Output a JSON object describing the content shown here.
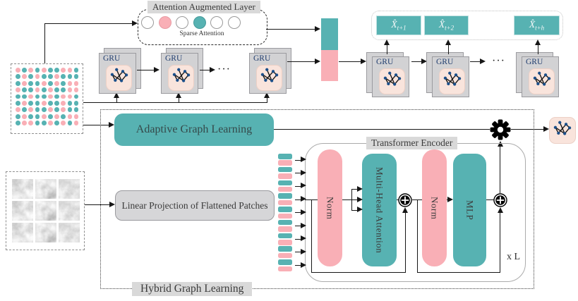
{
  "colors": {
    "teal": "#57B2B2",
    "pink": "#F9AFB6",
    "peach": "#F9E4DC",
    "cardGray": "#D2D2D4",
    "cardBorder": "#9B9B9F",
    "labelGray": "#D9D9D9",
    "nodeBlue": "#1B4F8A",
    "gruText": "#1F3C6E"
  },
  "attention_layer": {
    "title": "Attention Augmented Layer",
    "caption": "Sparse Attention",
    "circle_colors": [
      "white",
      "pink",
      "white",
      "teal",
      "white",
      "white"
    ]
  },
  "input_grid": {
    "legend": "P=pink dot, T=teal dot",
    "rows": [
      "PTPTPTTPPT",
      "TPTPTTPTTT",
      "TPTTPTPTPP",
      "PTTPTPTTPP",
      "TTPTTPTPPT",
      "TPTTPTTPTT",
      "PTPTTPTPTT",
      "TPTTPTPTPP",
      "TPPTTPTPTP"
    ]
  },
  "gru": {
    "label": "GRU",
    "encoder_count": 3,
    "decoder_count": 3,
    "ellipsis": "···"
  },
  "concat_bar": {
    "segments": [
      "teal",
      "pink"
    ]
  },
  "predictions": {
    "items": [
      {
        "base": "X̂",
        "sub": "t+1"
      },
      {
        "base": "X̂",
        "sub": "t+2"
      },
      {
        "base": "X̂",
        "sub": "t+h"
      }
    ]
  },
  "adaptive": {
    "label": "Adaptive Graph Learning"
  },
  "linear_projection": {
    "label": "Linear Projection of Flattened Patches"
  },
  "patches": {
    "rows": 3,
    "cols": 3
  },
  "tokens": {
    "pairs": 9,
    "pair_colors": [
      "teal",
      "pink"
    ]
  },
  "transformer": {
    "title": "Transformer Encoder",
    "norm1": "Norm",
    "mha": "Multi-Head Attention",
    "norm2": "Norm",
    "mlp": "MLP",
    "repeat": "x L"
  },
  "hybrid": {
    "label": "Hybrid Graph Learning"
  },
  "icons": {
    "gear": "gear-icon",
    "graph": "graph-icon",
    "circle_plus": "circle-plus-icon",
    "ellipsis_glyph": "···"
  }
}
